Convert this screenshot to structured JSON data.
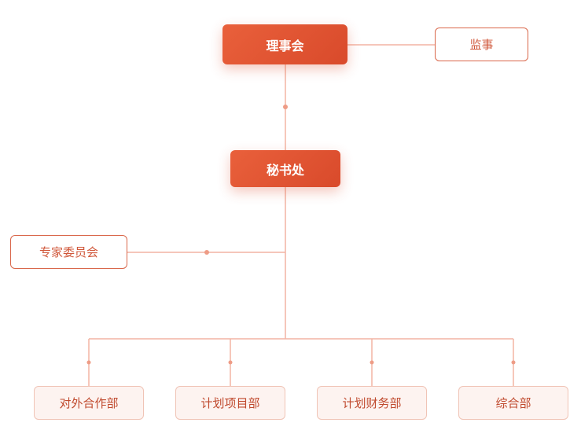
{
  "colors": {
    "accent": "#e05532",
    "line": "#f2b4a3",
    "dot": "#ee9c86"
  },
  "board": {
    "label": "理事会"
  },
  "supervisor": {
    "label": "监事"
  },
  "secretariat": {
    "label": "秘书处"
  },
  "expert_committee": {
    "label": "专家委员会"
  },
  "departments": [
    {
      "label": "对外合作部"
    },
    {
      "label": "计划项目部"
    },
    {
      "label": "计划财务部"
    },
    {
      "label": "综合部"
    }
  ]
}
